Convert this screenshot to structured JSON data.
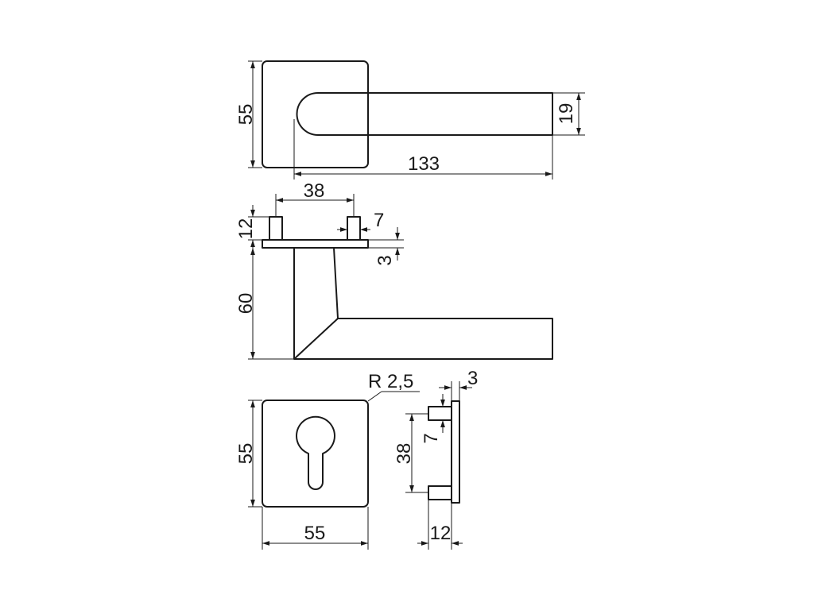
{
  "drawing": {
    "top_view": {
      "rose_height": "55",
      "lever_thickness": "19",
      "lever_length": "133"
    },
    "side_view": {
      "pin_spacing": "38",
      "pin_height": "12",
      "pin_diameter": "7",
      "rose_thickness": "3",
      "lever_height": "60"
    },
    "escutcheon_front": {
      "corner_radius": "R 2,5",
      "height": "55",
      "width": "55"
    },
    "escutcheon_side": {
      "plate_thickness": "3",
      "pin_diameter": "7",
      "pin_spacing": "38",
      "depth": "12"
    }
  }
}
